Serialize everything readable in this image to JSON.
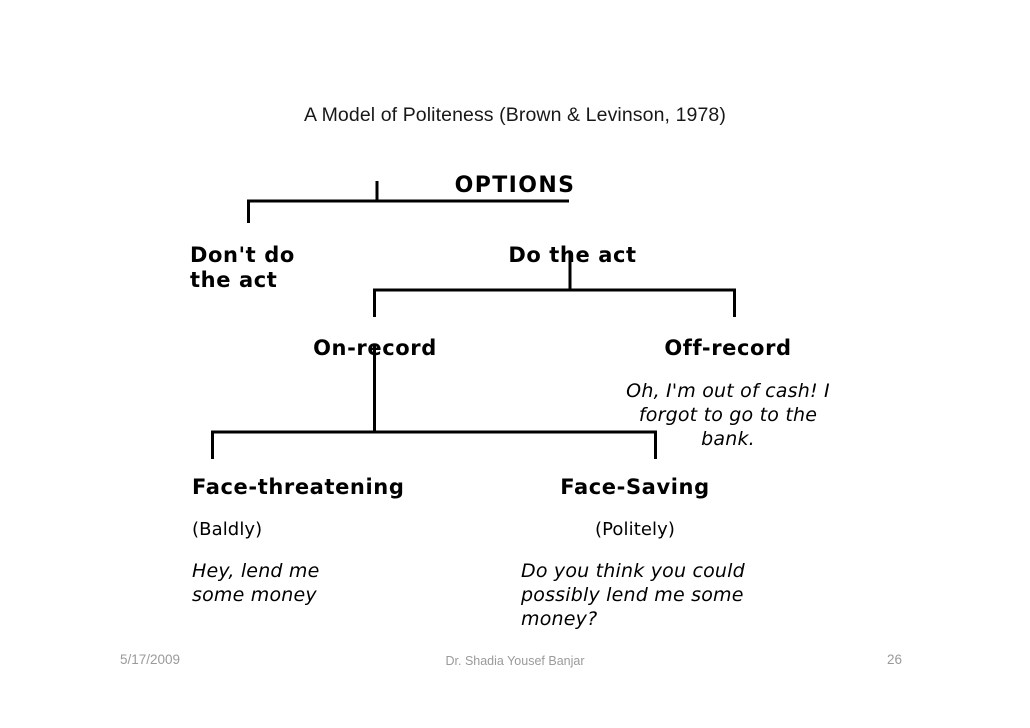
{
  "slide": {
    "title": "A Model of Politeness (Brown & Levinson, 1978)",
    "background_color": "#ffffff",
    "line_color": "#000000",
    "footer_color": "#9a9a9a"
  },
  "diagram": {
    "type": "tree",
    "root": "OPTIONS",
    "nodes": {
      "options": {
        "label": "OPTIONS"
      },
      "dont_do_the_act": {
        "label": "Don't do\nthe act"
      },
      "do_the_act": {
        "label": "Do the act"
      },
      "on_record": {
        "label": "On-record"
      },
      "off_record": {
        "label": "Off-record",
        "example": "Oh, I'm out of cash! I\nforgot to go to the bank."
      },
      "face_threatening": {
        "label": "Face-threatening",
        "manner": "(Baldly)",
        "example": "Hey, lend me\nsome money"
      },
      "face_saving": {
        "label": "Face-Saving",
        "manner": "(Politely)",
        "example": "Do you think you could\npossibly lend me some\nmoney?"
      }
    },
    "edges": [
      {
        "from": "options",
        "to": "dont_do_the_act"
      },
      {
        "from": "options",
        "to": "do_the_act"
      },
      {
        "from": "do_the_act",
        "to": "on_record"
      },
      {
        "from": "do_the_act",
        "to": "off_record"
      },
      {
        "from": "on_record",
        "to": "face_threatening"
      },
      {
        "from": "on_record",
        "to": "face_saving"
      }
    ]
  },
  "footer": {
    "date": "5/17/2009",
    "author": "Dr. Shadia Yousef Banjar",
    "page_number": "26"
  }
}
